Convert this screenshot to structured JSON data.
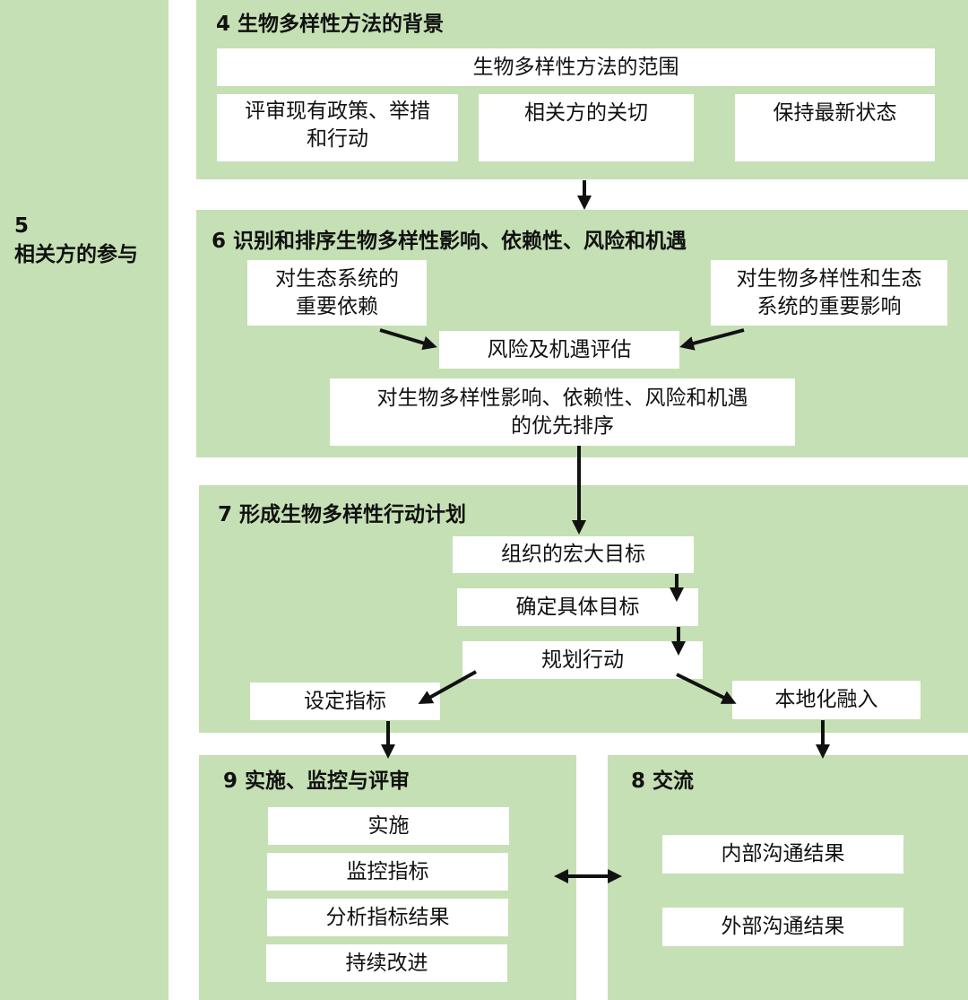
{
  "left_panel": {
    "number": "5",
    "title": "相关方的参与"
  },
  "section4": {
    "heading": "4  生物多样性方法的背景",
    "scope": "生物多样性方法的范围",
    "review": "评审现有政策、举措\n和行动",
    "stakeholders": "相关方的关切",
    "up_to_date": "保持最新状态"
  },
  "section6": {
    "heading": "6  识别和排序生物多样性影响、依赖性、风险和机遇",
    "dependencies": "对生态系统的\n重要依赖",
    "impacts": "对生物多样性和生态\n系统的重要影响",
    "risk_assessment": "风险及机遇评估",
    "prioritization": "对生物多样性影响、依赖性、风险和机遇\n的优先排序"
  },
  "section7": {
    "heading": "7  形成生物多样性行动计划",
    "org_goals": "组织的宏大目标",
    "specific_targets": "确定具体目标",
    "plan_actions": "规划行动",
    "set_indicators": "设定指标",
    "localize": "本地化融入"
  },
  "section9": {
    "heading": "9  实施、监控与评审",
    "implement": "实施",
    "monitor": "监控指标",
    "analyze": "分析指标结果",
    "improve": "持续改进"
  },
  "section8": {
    "heading": "8  交流",
    "internal": "内部沟通结果",
    "external": "外部沟通结果"
  },
  "colors": {
    "panel_fill": "#c5e0b4",
    "box_fill": "#ffffff",
    "arrow": "#111111"
  }
}
